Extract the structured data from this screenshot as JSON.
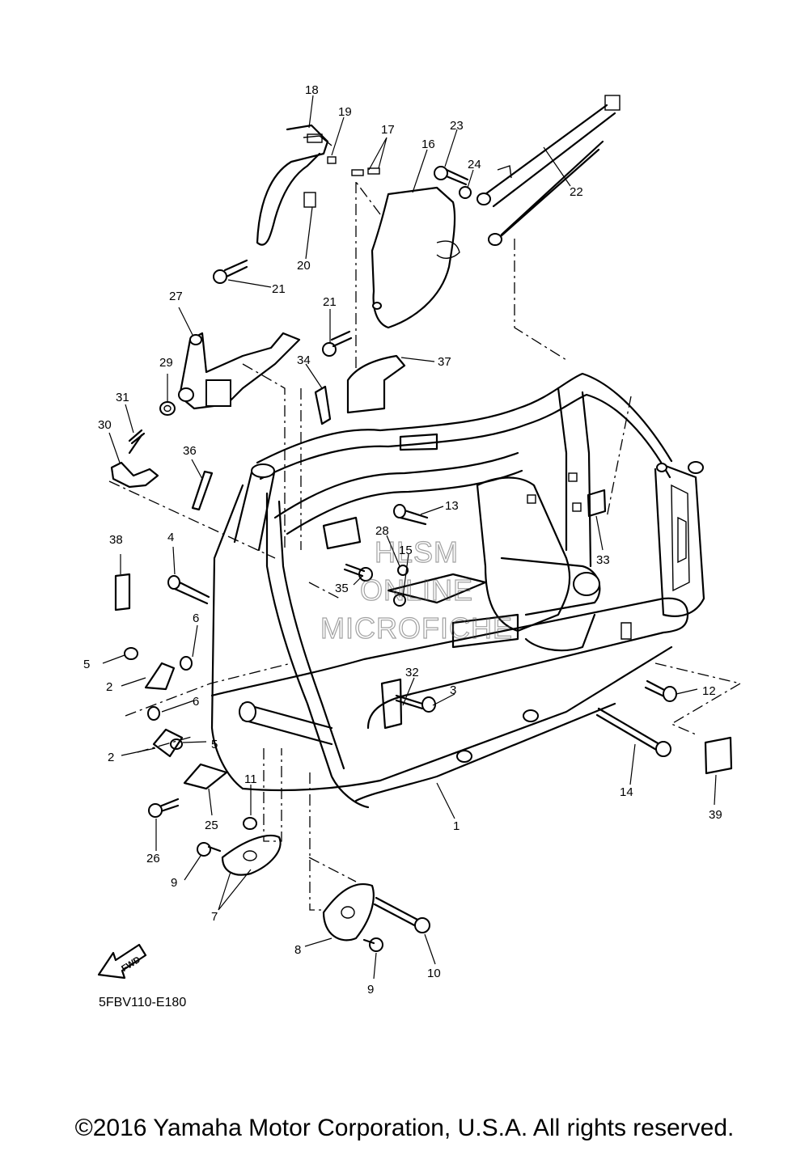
{
  "diagram": {
    "drawing_code": "5FBV110-E180",
    "fwd_label": "FWD",
    "watermark": [
      "HLSM",
      "ONLINE",
      "MICROFICHE"
    ],
    "callouts": [
      {
        "id": "c1",
        "label": "1"
      },
      {
        "id": "c2a",
        "label": "2"
      },
      {
        "id": "c2b",
        "label": "2"
      },
      {
        "id": "c3",
        "label": "3"
      },
      {
        "id": "c4",
        "label": "4"
      },
      {
        "id": "c5a",
        "label": "5"
      },
      {
        "id": "c5b",
        "label": "5"
      },
      {
        "id": "c6a",
        "label": "6"
      },
      {
        "id": "c6b",
        "label": "6"
      },
      {
        "id": "c7",
        "label": "7"
      },
      {
        "id": "c8",
        "label": "8"
      },
      {
        "id": "c9a",
        "label": "9"
      },
      {
        "id": "c9b",
        "label": "9"
      },
      {
        "id": "c10",
        "label": "10"
      },
      {
        "id": "c11",
        "label": "11"
      },
      {
        "id": "c12",
        "label": "12"
      },
      {
        "id": "c13",
        "label": "13"
      },
      {
        "id": "c14",
        "label": "14"
      },
      {
        "id": "c15",
        "label": "15"
      },
      {
        "id": "c16",
        "label": "16"
      },
      {
        "id": "c17",
        "label": "17"
      },
      {
        "id": "c18",
        "label": "18"
      },
      {
        "id": "c19",
        "label": "19"
      },
      {
        "id": "c20",
        "label": "20"
      },
      {
        "id": "c21a",
        "label": "21"
      },
      {
        "id": "c21b",
        "label": "21"
      },
      {
        "id": "c22",
        "label": "22"
      },
      {
        "id": "c23",
        "label": "23"
      },
      {
        "id": "c24",
        "label": "24"
      },
      {
        "id": "c25",
        "label": "25"
      },
      {
        "id": "c26",
        "label": "26"
      },
      {
        "id": "c27",
        "label": "27"
      },
      {
        "id": "c28",
        "label": "28"
      },
      {
        "id": "c29",
        "label": "29"
      },
      {
        "id": "c30",
        "label": "30"
      },
      {
        "id": "c31",
        "label": "31"
      },
      {
        "id": "c32",
        "label": "32"
      },
      {
        "id": "c33",
        "label": "33"
      },
      {
        "id": "c34",
        "label": "34"
      },
      {
        "id": "c35",
        "label": "35"
      },
      {
        "id": "c36",
        "label": "36"
      },
      {
        "id": "c37",
        "label": "37"
      },
      {
        "id": "c38",
        "label": "38"
      },
      {
        "id": "c39",
        "label": "39"
      }
    ]
  },
  "footer": {
    "copyright": "©2016 Yamaha Motor Corporation, U.S.A. All rights reserved."
  }
}
